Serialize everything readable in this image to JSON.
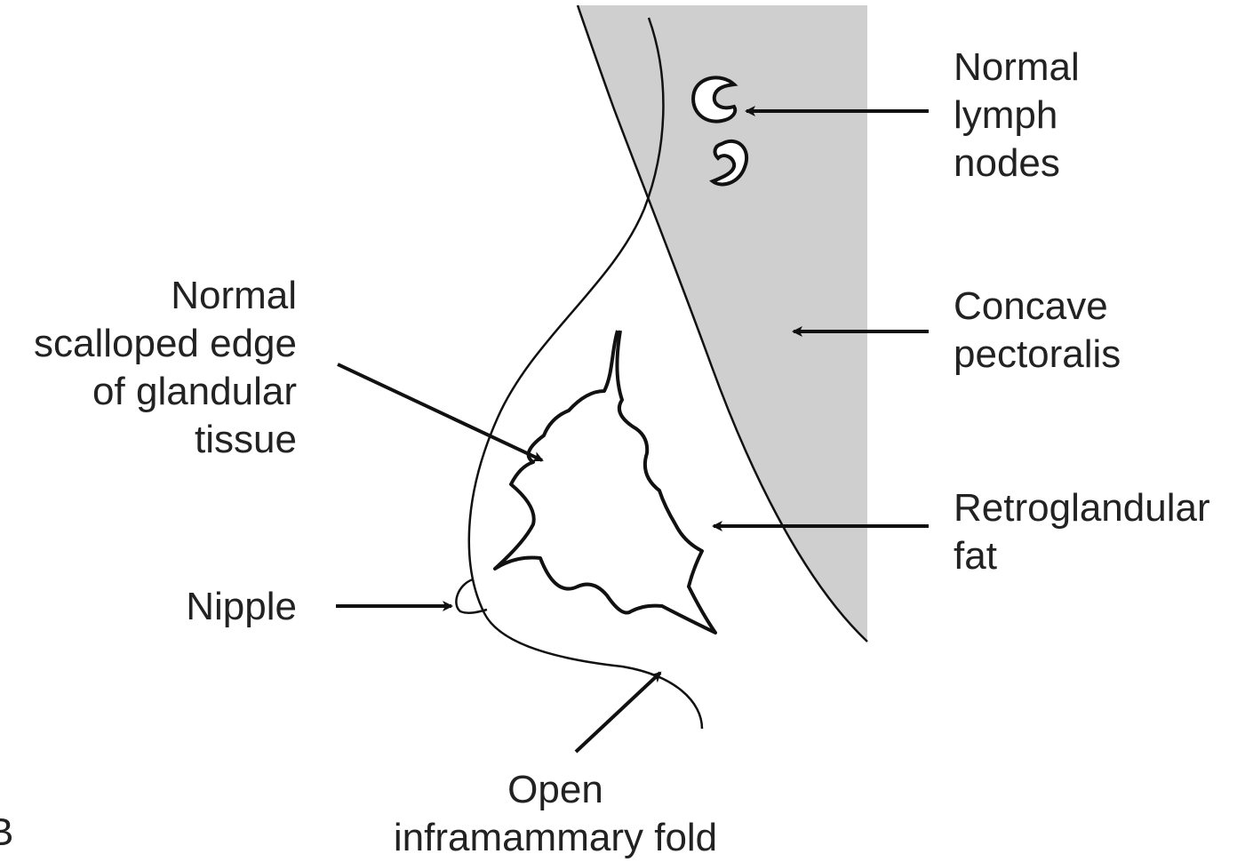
{
  "labels": {
    "lymph_nodes": [
      "Normal",
      "lymph",
      "nodes"
    ],
    "pectoralis": [
      "Concave",
      "pectoralis"
    ],
    "scalloped_edge": [
      "Normal",
      "scalloped edge",
      "of glandular",
      "tissue"
    ],
    "retroglandular_fat": [
      "Retroglandular",
      "fat"
    ],
    "nipple": [
      "Nipple"
    ],
    "inframammary_fold": [
      "Open",
      "inframammary fold"
    ],
    "panel_letter": "B"
  },
  "colors": {
    "pectoralis_fill": "#cfcfcf",
    "line": "#111111",
    "text": "#222222"
  }
}
